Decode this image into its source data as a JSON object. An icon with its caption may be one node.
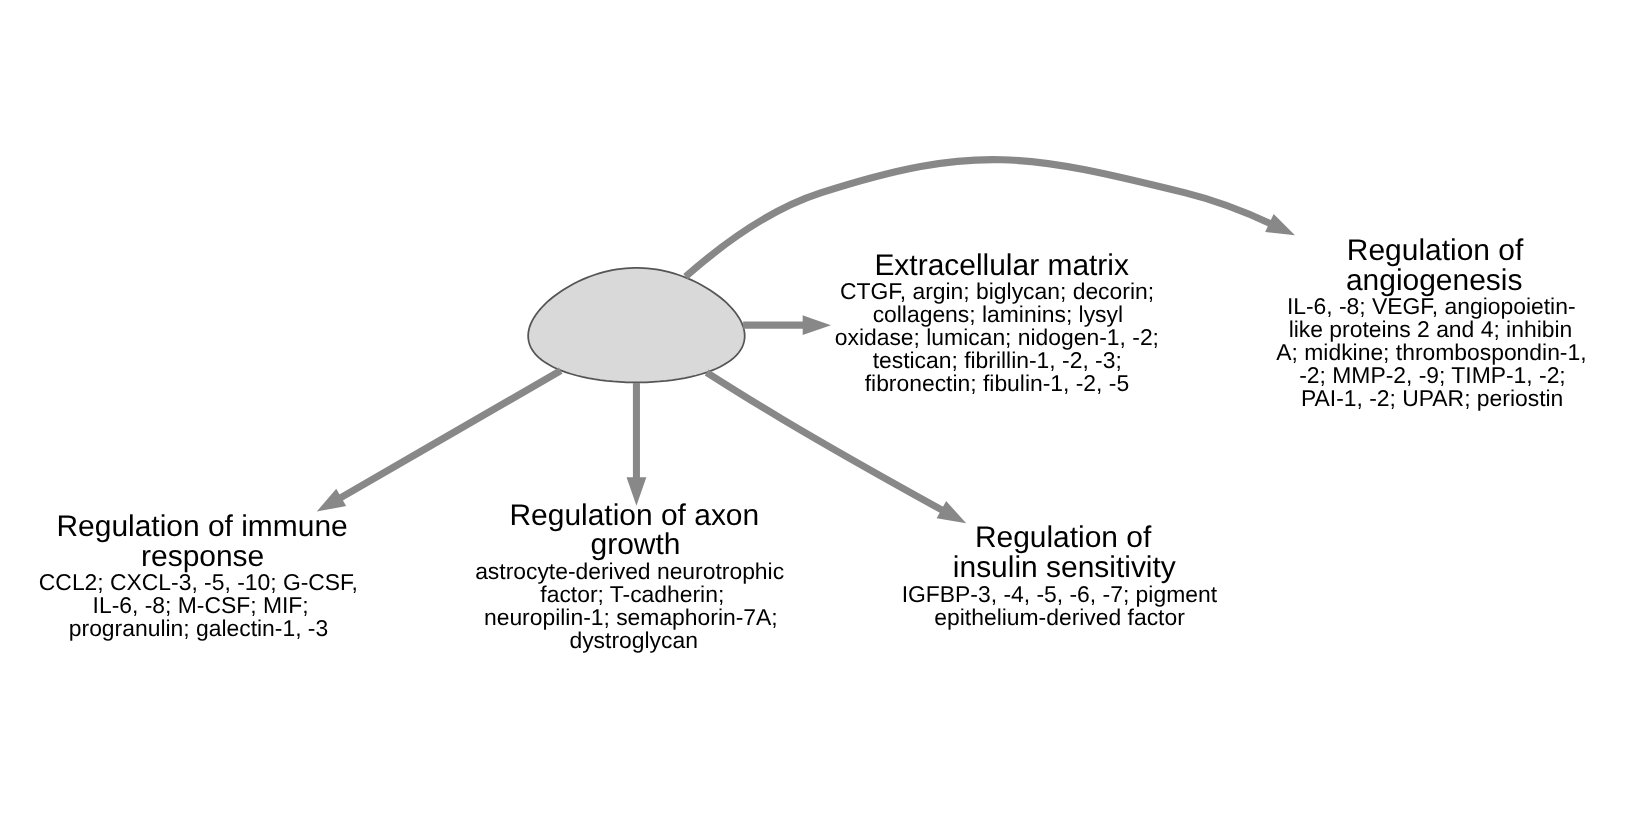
{
  "diagram": {
    "nodes": [
      {
        "text": [],
        "shape": "picture"
      },
      {
        "text": [
          "Regulation of angiogenesis",
          "IL-6, -8; VEGF, angiopoietin-like proteins 2 and 4; inhibin A; midkine; thrombospondin-1, -2; MMP-2, -9; TIMP-1, -2; PAI-1, -2; UPAR; periostin"
        ]
      },
      {
        "text": [
          "Extracellular matrix",
          "CTGF, argin; biglycan; decorin; collagens; laminins; lysyl oxidase; lumican; nidogen-1, -2; testican; fibrillin-1, -2, -3; fibronectin; fibulin-1, -2, -5"
        ]
      },
      {
        "text": [
          "Regulation of immune response",
          "CCL2; CXCL-3, -5, -10; G-CSF, IL-6, -8; M-CSF; MIF; progranulin; galectin-1, -3"
        ]
      },
      {
        "text": [
          "Regulation of axon growth",
          "astrocyte-derived neurotrophic factor; T-cadherin; neuropilin-1; semaphorin-7A; dystroglycan"
        ]
      },
      {
        "text": [
          "Regulation of insulin sensitivity",
          "IGFBP-3, -4, -5, -6, -7; pigment epithelium-derived factor"
        ]
      }
    ],
    "edges": [
      {
        "from": 0,
        "to": 1,
        "arrow": "to"
      },
      {
        "from": 0,
        "to": 2,
        "arrow": "to"
      },
      {
        "from": 0,
        "to": 3,
        "arrow": "to"
      },
      {
        "from": 0,
        "to": 4,
        "arrow": "to"
      },
      {
        "from": 0,
        "to": 5,
        "arrow": "to"
      }
    ]
  }
}
